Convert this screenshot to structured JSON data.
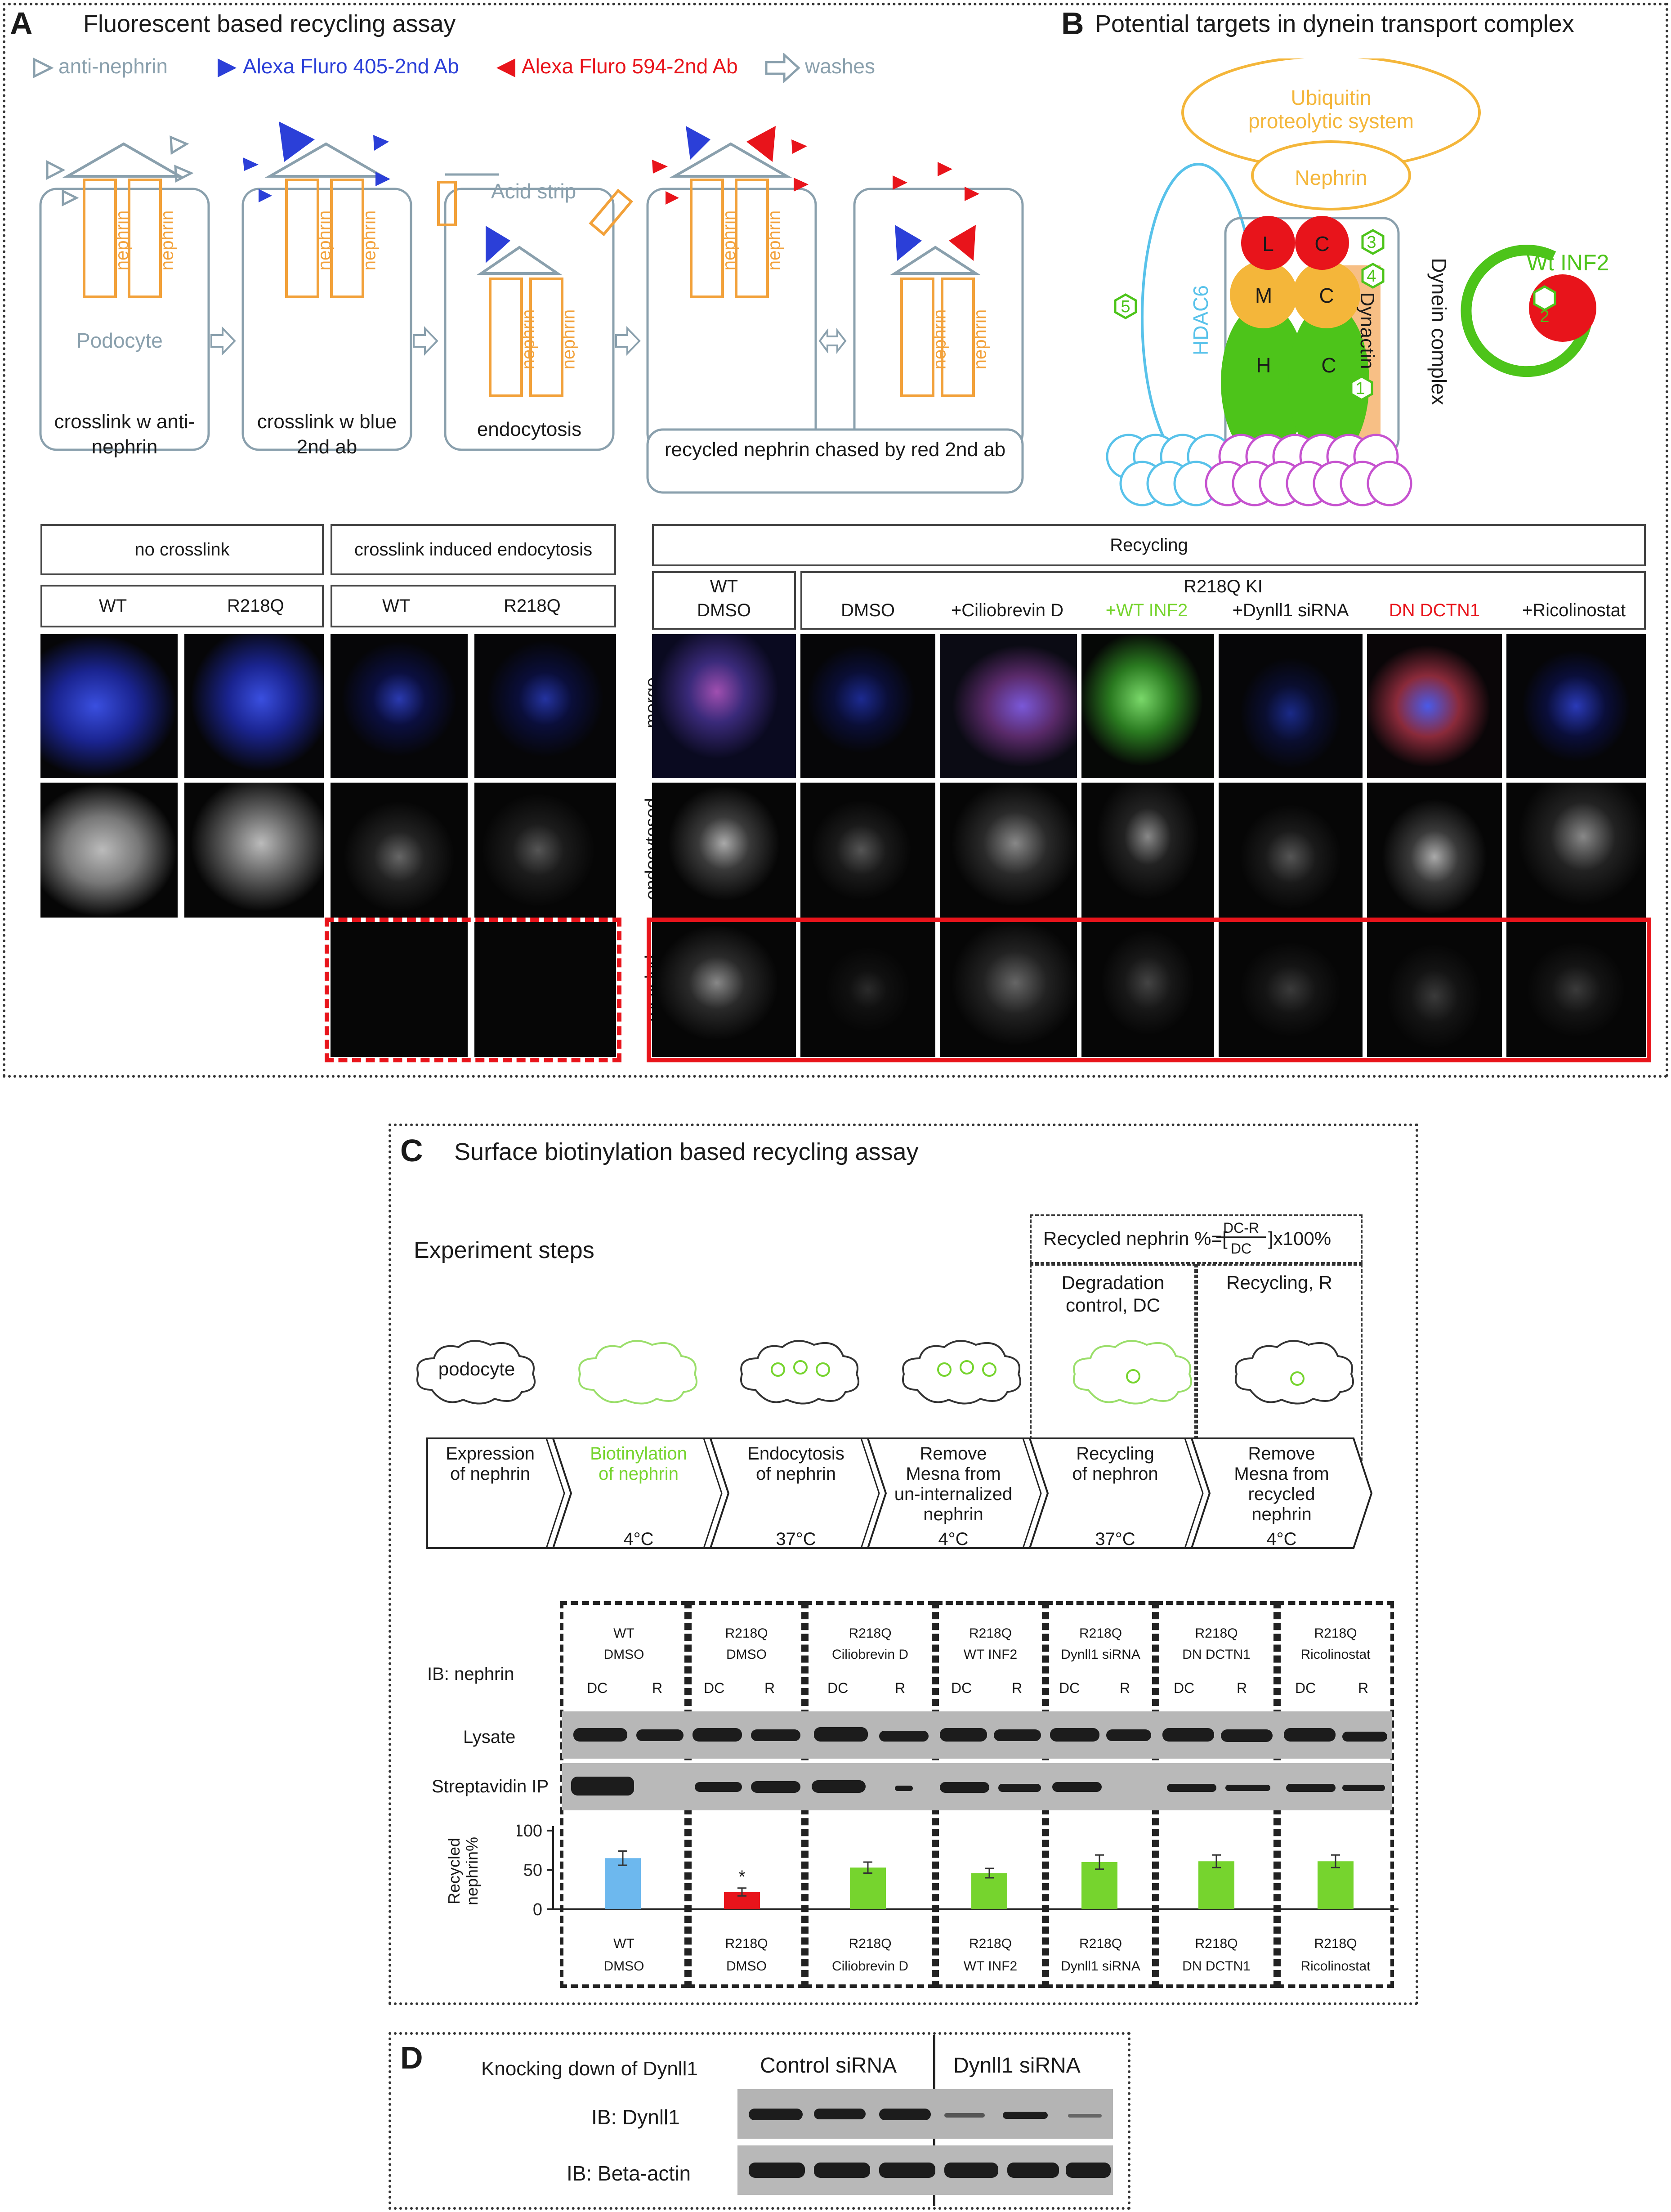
{
  "panelA": {
    "letter": "A",
    "title": "Fluorescent based recycling assay",
    "legend": [
      "anti-nephrin",
      "Alexa Fluro 405-2nd Ab",
      "Alexa Fluro 594-2nd Ab",
      "washes"
    ],
    "cell_labels": [
      "crosslink w anti-nephrin",
      "crosslink w blue 2nd ab",
      "endocytosis",
      "recycled nephrin chased by red 2nd ab"
    ],
    "podocyte": "Podocyte",
    "acid_strip": "Acid strip",
    "nephrin": "nephrin",
    "headers": {
      "no_crosslink": "no crosslink",
      "crosslink_endo": "crosslink induced endocytosis",
      "recycling": "Recycling",
      "wt": "WT",
      "r218q": "R218Q",
      "wt_dmso_1": "WT",
      "wt_dmso_2": "DMSO",
      "r218q_ki": "R218Q KI",
      "conditions": [
        "DMSO",
        "+Ciliobrevin D",
        "+WT INF2",
        "+Dynll1 siRNA",
        "DN DCTN1",
        "+Ricolinostat"
      ]
    },
    "rows": [
      "merge",
      "endocytosed",
      "recycled"
    ]
  },
  "panelB": {
    "letter": "B",
    "title": "Potential targets in dynein transport complex",
    "ups": [
      "Ubiquitin",
      "proteolytic system"
    ],
    "nephrin": "Nephrin",
    "hdac6": "HDAC6",
    "dynactin": "Dynactin",
    "dynein_complex": "Dynein complex",
    "chains": [
      "L",
      "C",
      "M",
      "C",
      "H",
      "C"
    ],
    "sites": [
      "1",
      "2",
      "3",
      "4",
      "5"
    ],
    "wt_inf2": "Wt INF2"
  },
  "panelC": {
    "letter": "C",
    "title": "Surface biotinylation based recycling assay",
    "experiment_steps": "Experiment steps",
    "formula_prefix": "Recycled nephrin %=[",
    "formula_num": "DC-R",
    "formula_den": "DC",
    "formula_suffix": "]x100%",
    "dc_label": [
      "Degradation",
      "control, DC"
    ],
    "r_label": "Recycling, R",
    "podocyte": "podocyte",
    "steps": [
      {
        "label": [
          "Expression",
          "of nephrin"
        ],
        "temp": ""
      },
      {
        "label": [
          "Biotinylation",
          "of nephrin"
        ],
        "temp": "4°C"
      },
      {
        "label": [
          "Endocytosis",
          "of nephrin"
        ],
        "temp": "37°C"
      },
      {
        "label": [
          "Remove",
          "Mesna from",
          "un-internalized",
          "nephrin"
        ],
        "temp": "4°C"
      },
      {
        "label": [
          "Recycling",
          "of nephron"
        ],
        "temp": "37°C"
      },
      {
        "label": [
          "Remove",
          "Mesna from",
          "recycled",
          "nephrin"
        ],
        "temp": "4°C"
      }
    ],
    "ib": "IB: nephrin",
    "lysate": "Lysate",
    "strep": "Streptavidin IP",
    "dc": "DC",
    "r": "R",
    "groups": [
      {
        "top": "WT",
        "bottom": "DMSO"
      },
      {
        "top": "R218Q",
        "bottom": "DMSO"
      },
      {
        "top": "R218Q",
        "bottom": "Ciliobrevin D"
      },
      {
        "top": "R218Q",
        "bottom": "WT INF2"
      },
      {
        "top": "R218Q",
        "bottom": "Dynll1 siRNA"
      },
      {
        "top": "R218Q",
        "bottom": "DN DCTN1"
      },
      {
        "top": "R218Q",
        "bottom": "Ricolinostat"
      }
    ]
  },
  "chart_data": {
    "type": "bar",
    "categories": [
      "WT DMSO",
      "R218Q DMSO",
      "R218Q Ciliobrevin D",
      "R218Q WT INF2",
      "R218Q Dynll1 siRNA",
      "R218Q DN DCTN1",
      "R218Q Ricolinostat"
    ],
    "values": [
      65,
      22,
      53,
      46,
      60,
      61,
      61
    ],
    "errors": [
      9,
      5,
      7,
      6,
      9,
      8,
      8
    ],
    "colors": [
      "#6db8ee",
      "#e8141b",
      "#76d42e",
      "#76d42e",
      "#76d42e",
      "#76d42e",
      "#76d42e"
    ],
    "ylabel": "Recycled nephrin%",
    "yticks": [
      0,
      50,
      100
    ],
    "ylim": [
      0,
      100
    ],
    "significance": [
      "",
      "*",
      "",
      "",
      "",
      "",
      ""
    ]
  },
  "panelD": {
    "letter": "D",
    "title": "Knocking down of Dynll1",
    "control": "Control siRNA",
    "dynll1": "Dynll1 siRNA",
    "ib1": "IB: Dynll1",
    "ib2": "IB: Beta-actin"
  },
  "colors": {
    "gray": "#8aa0ad",
    "orange": "#f2a13a",
    "blue": "#2b3fd8",
    "red": "#e8141b",
    "green": "#4dc41a",
    "ups": "#f4b63a",
    "hdac": "#58c2ea",
    "purple": "#c653cf"
  }
}
